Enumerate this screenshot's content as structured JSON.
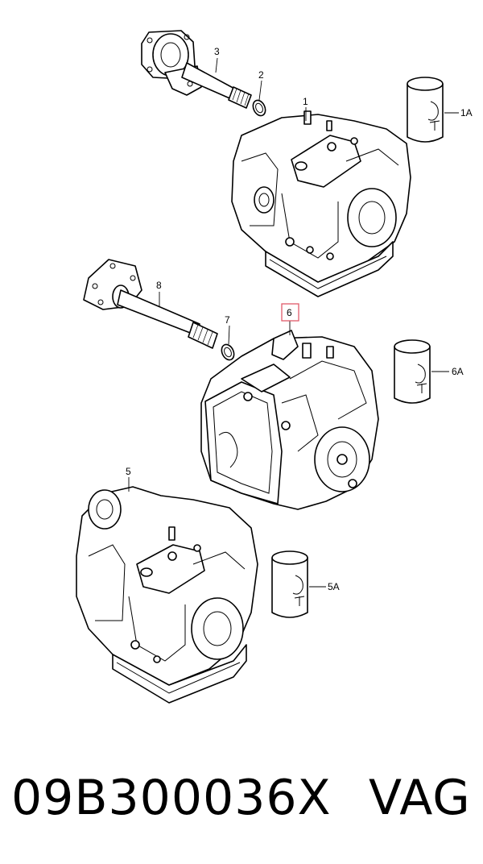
{
  "callouts": {
    "c1": "1",
    "c1a": "1A",
    "c2": "2",
    "c3": "3",
    "c5": "5",
    "c5a": "5A",
    "c6": "6",
    "c6a": "6A",
    "c7": "7",
    "c8": "8"
  },
  "highlight_color": "#e05a6a",
  "footer": {
    "part_number": "09B300036X",
    "brand": "VAG"
  }
}
